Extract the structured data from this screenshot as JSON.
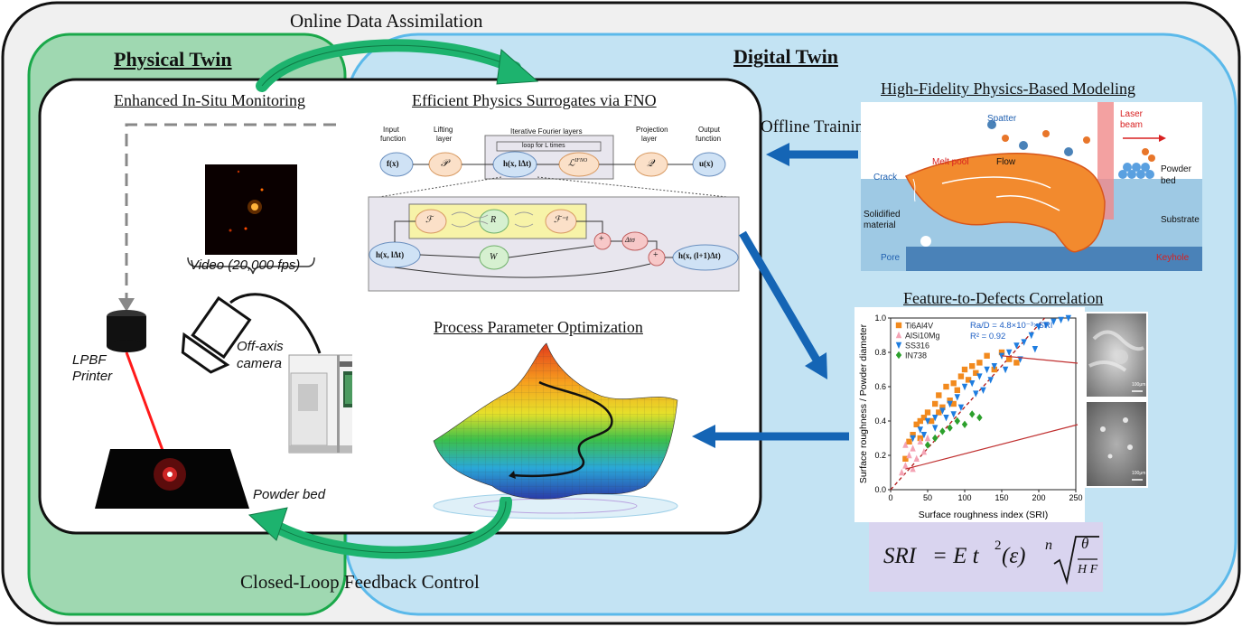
{
  "labels": {
    "online": "Online Data Assimilation",
    "physical_twin": "Physical Twin",
    "digital_twin": "Digital Twin",
    "monitoring": "Enhanced In-Situ Monitoring",
    "fno": "Efficient Physics Surrogates via FNO",
    "hifi": "High-Fidelity Physics-Based Modeling",
    "offline": "Offline Training",
    "feature": "Feature-to-Defects Correlation",
    "optimization": "Process Parameter Optimization",
    "closed_loop": "Closed-Loop Feedback Control"
  },
  "monitoring": {
    "video": "Video (20,000 fps)",
    "printer1": "LPBF",
    "printer2": "Printer",
    "camera1": "Off-axis",
    "camera2": "camera",
    "powder_bed": "Powder bed"
  },
  "fno": {
    "top": [
      {
        "label": "Input",
        "label2": "function",
        "node": "f(x)"
      },
      {
        "label": "Lifting",
        "label2": "layer",
        "node": "𝒫"
      },
      {
        "label": "Iterative Fourier layers",
        "label2": "",
        "node": ""
      },
      {
        "label": "Projection",
        "label2": "layer",
        "node": "𝒬"
      },
      {
        "label": "Output",
        "label2": "function",
        "node": "u(x)"
      }
    ],
    "loop": "loop for L times",
    "h_node": "h(x, lΔt)",
    "ifno": "ℒ",
    "ifno_sup": "IFNO",
    "detail": {
      "F": "ℱ",
      "R": "R",
      "Finv": "ℱ⁻¹",
      "W": "W",
      "h_in": "h(x, lΔt)",
      "plus": "+",
      "dt": "Δtσ",
      "h_out": "h(x, (l+1)Δt)"
    }
  },
  "hifi": {
    "spatter": "Spatter",
    "laser": "Laser",
    "beam": "beam",
    "melt_pool": "Melt pool",
    "flow": "Flow",
    "powder": "Powder",
    "bed": "bed",
    "crack": "Crack",
    "solidified1": "Solidified",
    "solidified2": "material",
    "substrate": "Substrate",
    "pore": "Pore",
    "keyhole": "Keyhole"
  },
  "chart_data": {
    "type": "scatter",
    "xlabel": "Surface roughness index (SRI)",
    "ylabel": "Surface roughness / Powder diameter",
    "xlim": [
      0,
      250
    ],
    "ylim": [
      0,
      1.0
    ],
    "xticks": [
      "0",
      "50",
      "100",
      "150",
      "200",
      "250"
    ],
    "yticks": [
      "0.0",
      "0.2",
      "0.4",
      "0.6",
      "0.8",
      "1.0"
    ],
    "equation": "Ra/D = 4.8×10⁻³×SRI",
    "r2": "R² = 0.92",
    "legend": "top-left",
    "fit": {
      "x": [
        0,
        208
      ],
      "y": [
        0,
        1.0
      ]
    },
    "series": [
      {
        "name": "Ti6Al4V",
        "marker": "square",
        "color": "#f28a1e",
        "points": [
          [
            20,
            0.18
          ],
          [
            25,
            0.28
          ],
          [
            30,
            0.32
          ],
          [
            35,
            0.38
          ],
          [
            40,
            0.3
          ],
          [
            45,
            0.42
          ],
          [
            50,
            0.45
          ],
          [
            55,
            0.4
          ],
          [
            60,
            0.5
          ],
          [
            65,
            0.55
          ],
          [
            70,
            0.48
          ],
          [
            75,
            0.6
          ],
          [
            80,
            0.52
          ],
          [
            85,
            0.62
          ],
          [
            90,
            0.58
          ],
          [
            95,
            0.66
          ],
          [
            100,
            0.7
          ],
          [
            105,
            0.64
          ],
          [
            110,
            0.72
          ],
          [
            115,
            0.68
          ],
          [
            120,
            0.74
          ],
          [
            130,
            0.78
          ],
          [
            140,
            0.7
          ],
          [
            150,
            0.8
          ],
          [
            160,
            0.76
          ],
          [
            170,
            0.74
          ],
          [
            40,
            0.4
          ],
          [
            65,
            0.45
          ],
          [
            85,
            0.5
          ]
        ]
      },
      {
        "name": "AlSi10Mg",
        "marker": "triangle-up",
        "color": "#f4a3b4",
        "points": [
          [
            15,
            0.1
          ],
          [
            20,
            0.14
          ],
          [
            25,
            0.2
          ],
          [
            30,
            0.24
          ],
          [
            35,
            0.18
          ],
          [
            40,
            0.28
          ],
          [
            45,
            0.22
          ],
          [
            30,
            0.12
          ],
          [
            20,
            0.26
          ],
          [
            50,
            0.3
          ]
        ]
      },
      {
        "name": "SS316",
        "marker": "triangle-down",
        "color": "#1e7de0",
        "points": [
          [
            30,
            0.3
          ],
          [
            40,
            0.35
          ],
          [
            50,
            0.4
          ],
          [
            60,
            0.42
          ],
          [
            70,
            0.46
          ],
          [
            80,
            0.5
          ],
          [
            90,
            0.54
          ],
          [
            100,
            0.6
          ],
          [
            110,
            0.62
          ],
          [
            120,
            0.66
          ],
          [
            130,
            0.7
          ],
          [
            140,
            0.72
          ],
          [
            150,
            0.78
          ],
          [
            160,
            0.8
          ],
          [
            170,
            0.84
          ],
          [
            180,
            0.86
          ],
          [
            190,
            0.9
          ],
          [
            200,
            0.95
          ],
          [
            210,
            0.96
          ],
          [
            220,
            0.98
          ],
          [
            230,
            0.99
          ],
          [
            240,
            1.0
          ],
          [
            60,
            0.36
          ],
          [
            75,
            0.42
          ],
          [
            95,
            0.48
          ],
          [
            115,
            0.56
          ],
          [
            135,
            0.64
          ],
          [
            155,
            0.7
          ],
          [
            175,
            0.76
          ],
          [
            195,
            0.82
          ],
          [
            45,
            0.32
          ],
          [
            85,
            0.44
          ],
          [
            125,
            0.58
          ]
        ]
      },
      {
        "name": "IN738",
        "marker": "diamond",
        "color": "#2ca02c",
        "points": [
          [
            60,
            0.3
          ],
          [
            70,
            0.34
          ],
          [
            80,
            0.36
          ],
          [
            90,
            0.4
          ],
          [
            100,
            0.38
          ],
          [
            110,
            0.44
          ],
          [
            120,
            0.42
          ],
          [
            50,
            0.26
          ]
        ]
      }
    ]
  },
  "sem": {
    "scale1": "100μm",
    "scale2": "100μm"
  },
  "formula": {
    "lhs": "SRI",
    "rhs": "= E t",
    "sq": "2",
    "eps": " (ε)",
    "n": "n",
    "theta": "θ",
    "hf": "H F"
  },
  "colors": {
    "physical_bg": "#9fd8b1",
    "physical_border": "#1aa84a",
    "digital_bg": "#c3e3f3",
    "digital_border": "#5bb9ea",
    "arrow_blue": "#1565b5",
    "arrow_green": "#1db36e",
    "formula_bg": "#d9d4ef"
  }
}
